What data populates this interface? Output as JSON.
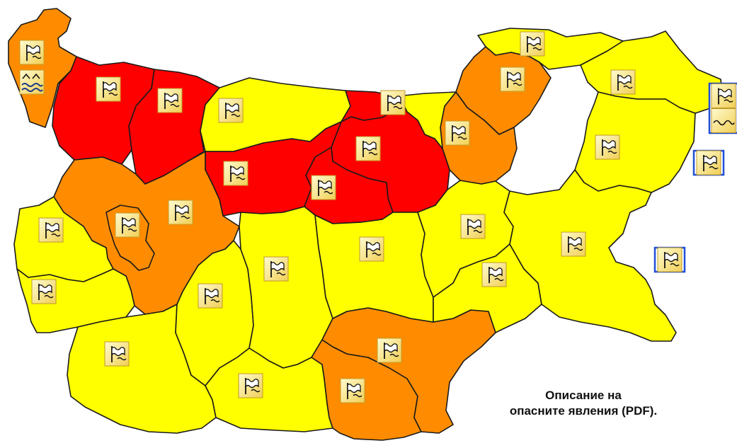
{
  "map": {
    "level_colors": {
      "yellow": "#ffff00",
      "orange": "#ff8c00",
      "red": "#ff0000"
    },
    "sea_box_color": "#1f4fd6",
    "regions": [
      {
        "id": "vidin",
        "level": "orange",
        "icons": [
          "wind-icon",
          "flood-icon"
        ]
      },
      {
        "id": "montana",
        "level": "red",
        "icons": [
          "wind-icon"
        ]
      },
      {
        "id": "vratsa",
        "level": "red",
        "icons": [
          "wind-icon"
        ]
      },
      {
        "id": "pleven",
        "level": "yellow",
        "icons": [
          "wind-icon"
        ]
      },
      {
        "id": "ruse",
        "level": "red",
        "icons": []
      },
      {
        "id": "silistra",
        "level": "yellow",
        "icons": [
          "wind-icon"
        ]
      },
      {
        "id": "razgrad",
        "level": "orange",
        "icons": [
          "wind-icon"
        ]
      },
      {
        "id": "dobrich",
        "level": "yellow",
        "icons": [
          "wind-icon"
        ]
      },
      {
        "id": "shumen",
        "level": "orange",
        "icons": [
          "wind-icon"
        ]
      },
      {
        "id": "varna",
        "level": "yellow",
        "icons": [
          "wind-icon"
        ]
      },
      {
        "id": "targovishte",
        "level": "yellow",
        "icons": [
          "wind-icon"
        ]
      },
      {
        "id": "veliko-tarnovo",
        "level": "red",
        "icons": [
          "wind-icon"
        ]
      },
      {
        "id": "lovech",
        "level": "red",
        "icons": [
          "wind-icon"
        ]
      },
      {
        "id": "gabrovo",
        "level": "red",
        "icons": [
          "wind-icon"
        ]
      },
      {
        "id": "sofia-province",
        "level": "orange",
        "icons": [
          "wind-icon"
        ]
      },
      {
        "id": "sofia-city",
        "level": "orange",
        "icons": [
          "wind-icon"
        ]
      },
      {
        "id": "pernik",
        "level": "yellow",
        "icons": [
          "wind-icon"
        ]
      },
      {
        "id": "kyustendil",
        "level": "yellow",
        "icons": [
          "wind-icon"
        ]
      },
      {
        "id": "blagoevgrad",
        "level": "yellow",
        "icons": [
          "wind-icon"
        ]
      },
      {
        "id": "pazardzhik",
        "level": "yellow",
        "icons": [
          "wind-icon"
        ]
      },
      {
        "id": "plovdiv",
        "level": "yellow",
        "icons": [
          "wind-icon"
        ]
      },
      {
        "id": "smolyan",
        "level": "yellow",
        "icons": [
          "wind-icon"
        ]
      },
      {
        "id": "kardzhali",
        "level": "orange",
        "icons": [
          "wind-icon"
        ]
      },
      {
        "id": "haskovo",
        "level": "orange",
        "icons": [
          "wind-icon"
        ]
      },
      {
        "id": "stara-zagora",
        "level": "yellow",
        "icons": [
          "wind-icon"
        ]
      },
      {
        "id": "sliven",
        "level": "yellow",
        "icons": [
          "wind-icon"
        ]
      },
      {
        "id": "yambol",
        "level": "yellow",
        "icons": [
          "wind-icon"
        ]
      },
      {
        "id": "burgas",
        "level": "yellow",
        "icons": [
          "wind-icon"
        ]
      }
    ],
    "sea_warnings": [
      {
        "id": "north-coast",
        "icons": [
          "wind-icon",
          "wave-icon"
        ]
      },
      {
        "id": "central-sea",
        "icons": [
          "wind-icon"
        ]
      },
      {
        "id": "south-sea",
        "icons": [
          "wind-icon"
        ]
      }
    ]
  },
  "pdf_link": {
    "line1": "Описание на",
    "line2": "опасните явления (PDF)."
  }
}
